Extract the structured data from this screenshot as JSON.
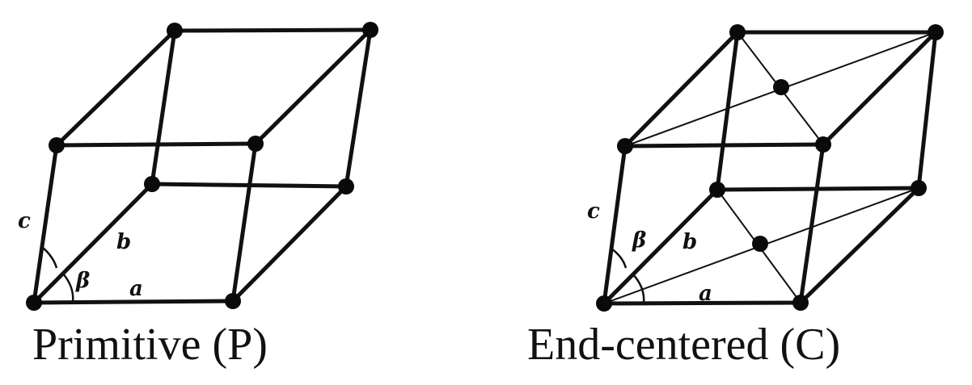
{
  "panels": [
    {
      "caption": "Primitive (P)",
      "labels": {
        "a": "a",
        "b": "b",
        "c": "c",
        "beta": "β"
      }
    },
    {
      "caption": "End-centered (C)",
      "labels": {
        "a": "a",
        "b": "b",
        "c": "c",
        "beta": "β"
      }
    }
  ]
}
